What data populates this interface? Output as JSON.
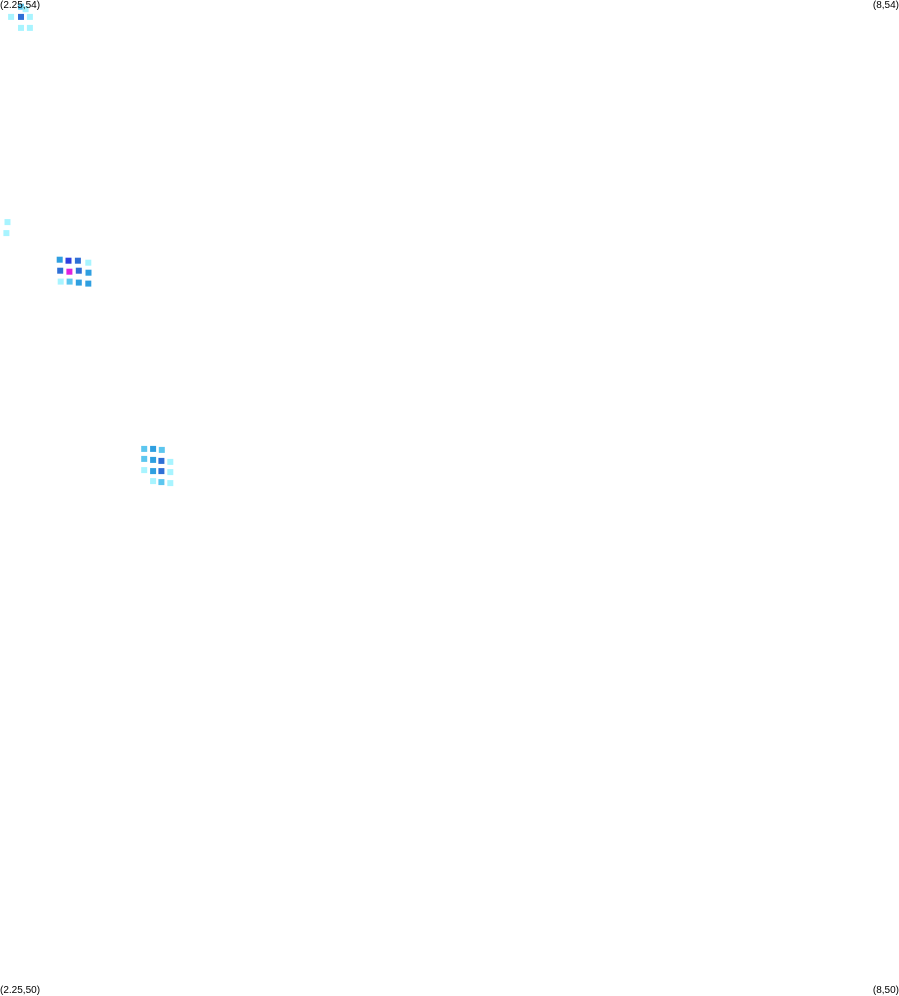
{
  "chart_data": {
    "type": "heatmap",
    "title": "",
    "xlabel": "",
    "ylabel": "",
    "xlim": [
      2.25,
      8
    ],
    "ylim": [
      50,
      54
    ],
    "grid": false,
    "legend": "none",
    "corner_labels": {
      "top_left": "(2.25,54)",
      "top_right": "(8,54)",
      "bottom_left": "(2.25,50)",
      "bottom_right": "(8,50)"
    },
    "colors": {
      "level_1": "#a8f4ff",
      "level_2": "#5cc6ef",
      "level_3": "#2f9fe0",
      "level_4": "#2f6fd6",
      "level_5": "#2f3fe0",
      "level_6": "#e020e0"
    },
    "cells": [
      {
        "x": 2.384,
        "y": 53.973,
        "level": 2
      },
      {
        "x": 2.414,
        "y": 53.963,
        "level": 1
      },
      {
        "x": 2.321,
        "y": 53.932,
        "level": 1
      },
      {
        "x": 2.384,
        "y": 53.932,
        "level": 4
      },
      {
        "x": 2.441,
        "y": 53.932,
        "level": 1
      },
      {
        "x": 2.384,
        "y": 53.888,
        "level": 1
      },
      {
        "x": 2.441,
        "y": 53.888,
        "level": 1
      },
      {
        "x": 2.298,
        "y": 53.108,
        "level": 1
      },
      {
        "x": 2.291,
        "y": 53.064,
        "level": 1
      },
      {
        "x": 2.632,
        "y": 52.957,
        "level": 3
      },
      {
        "x": 2.688,
        "y": 52.953,
        "level": 5
      },
      {
        "x": 2.748,
        "y": 52.953,
        "level": 4
      },
      {
        "x": 2.815,
        "y": 52.945,
        "level": 1
      },
      {
        "x": 2.635,
        "y": 52.913,
        "level": 4
      },
      {
        "x": 2.694,
        "y": 52.909,
        "level": 6
      },
      {
        "x": 2.754,
        "y": 52.913,
        "level": 4
      },
      {
        "x": 2.816,
        "y": 52.905,
        "level": 3
      },
      {
        "x": 2.638,
        "y": 52.869,
        "level": 1
      },
      {
        "x": 2.695,
        "y": 52.869,
        "level": 2
      },
      {
        "x": 2.754,
        "y": 52.865,
        "level": 3
      },
      {
        "x": 2.815,
        "y": 52.861,
        "level": 3
      },
      {
        "x": 3.172,
        "y": 52.197,
        "level": 2
      },
      {
        "x": 3.229,
        "y": 52.197,
        "level": 3
      },
      {
        "x": 3.285,
        "y": 52.193,
        "level": 2
      },
      {
        "x": 3.172,
        "y": 52.157,
        "level": 2
      },
      {
        "x": 3.229,
        "y": 52.153,
        "level": 3
      },
      {
        "x": 3.282,
        "y": 52.149,
        "level": 4
      },
      {
        "x": 3.339,
        "y": 52.145,
        "level": 1
      },
      {
        "x": 3.172,
        "y": 52.112,
        "level": 1
      },
      {
        "x": 3.229,
        "y": 52.108,
        "level": 3
      },
      {
        "x": 3.282,
        "y": 52.108,
        "level": 4
      },
      {
        "x": 3.339,
        "y": 52.104,
        "level": 1
      },
      {
        "x": 3.229,
        "y": 52.068,
        "level": 1
      },
      {
        "x": 3.282,
        "y": 52.064,
        "level": 2
      },
      {
        "x": 3.339,
        "y": 52.06,
        "level": 1
      }
    ]
  }
}
